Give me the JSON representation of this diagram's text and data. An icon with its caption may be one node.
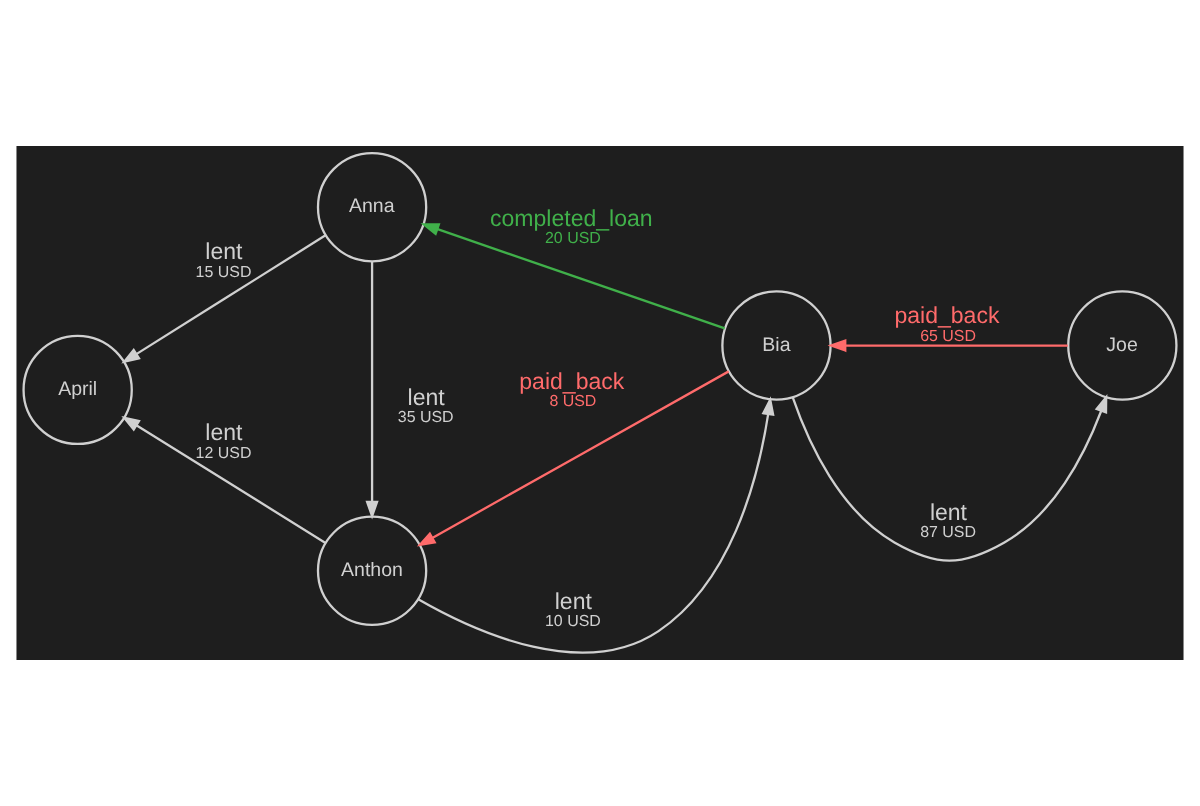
{
  "diagram": {
    "nodes": [
      {
        "text": [
          "Anna"
        ]
      },
      {
        "text": [
          "April"
        ]
      },
      {
        "text": [
          "Bia"
        ]
      },
      {
        "text": [
          "Joe"
        ]
      },
      {
        "text": [
          "Anthon"
        ]
      }
    ],
    "edges": [
      {
        "from": 0,
        "to": 1,
        "arrow": "to",
        "label": [
          "lent",
          "15 USD"
        ]
      },
      {
        "from": 0,
        "to": 4,
        "arrow": "to",
        "label": [
          "lent",
          "35 USD"
        ]
      },
      {
        "from": 2,
        "to": 0,
        "arrow": "to",
        "label": [
          "completed_loan",
          "20 USD"
        ],
        "color": "#40b04a"
      },
      {
        "from": 4,
        "to": 1,
        "arrow": "to",
        "label": [
          "lent",
          "12 USD"
        ]
      },
      {
        "from": 4,
        "to": 2,
        "arrow": "to",
        "label": [
          "lent",
          "10 USD"
        ]
      },
      {
        "from": 2,
        "to": 4,
        "arrow": "to",
        "label": [
          "paid_back",
          "8 USD"
        ],
        "color": "#ff6b6b"
      },
      {
        "from": 2,
        "to": 3,
        "arrow": "to",
        "label": [
          "lent",
          "87 USD"
        ]
      },
      {
        "from": 3,
        "to": 2,
        "arrow": "to",
        "label": [
          "paid_back",
          "65 USD"
        ],
        "color": "#ff6b6b"
      }
    ]
  }
}
